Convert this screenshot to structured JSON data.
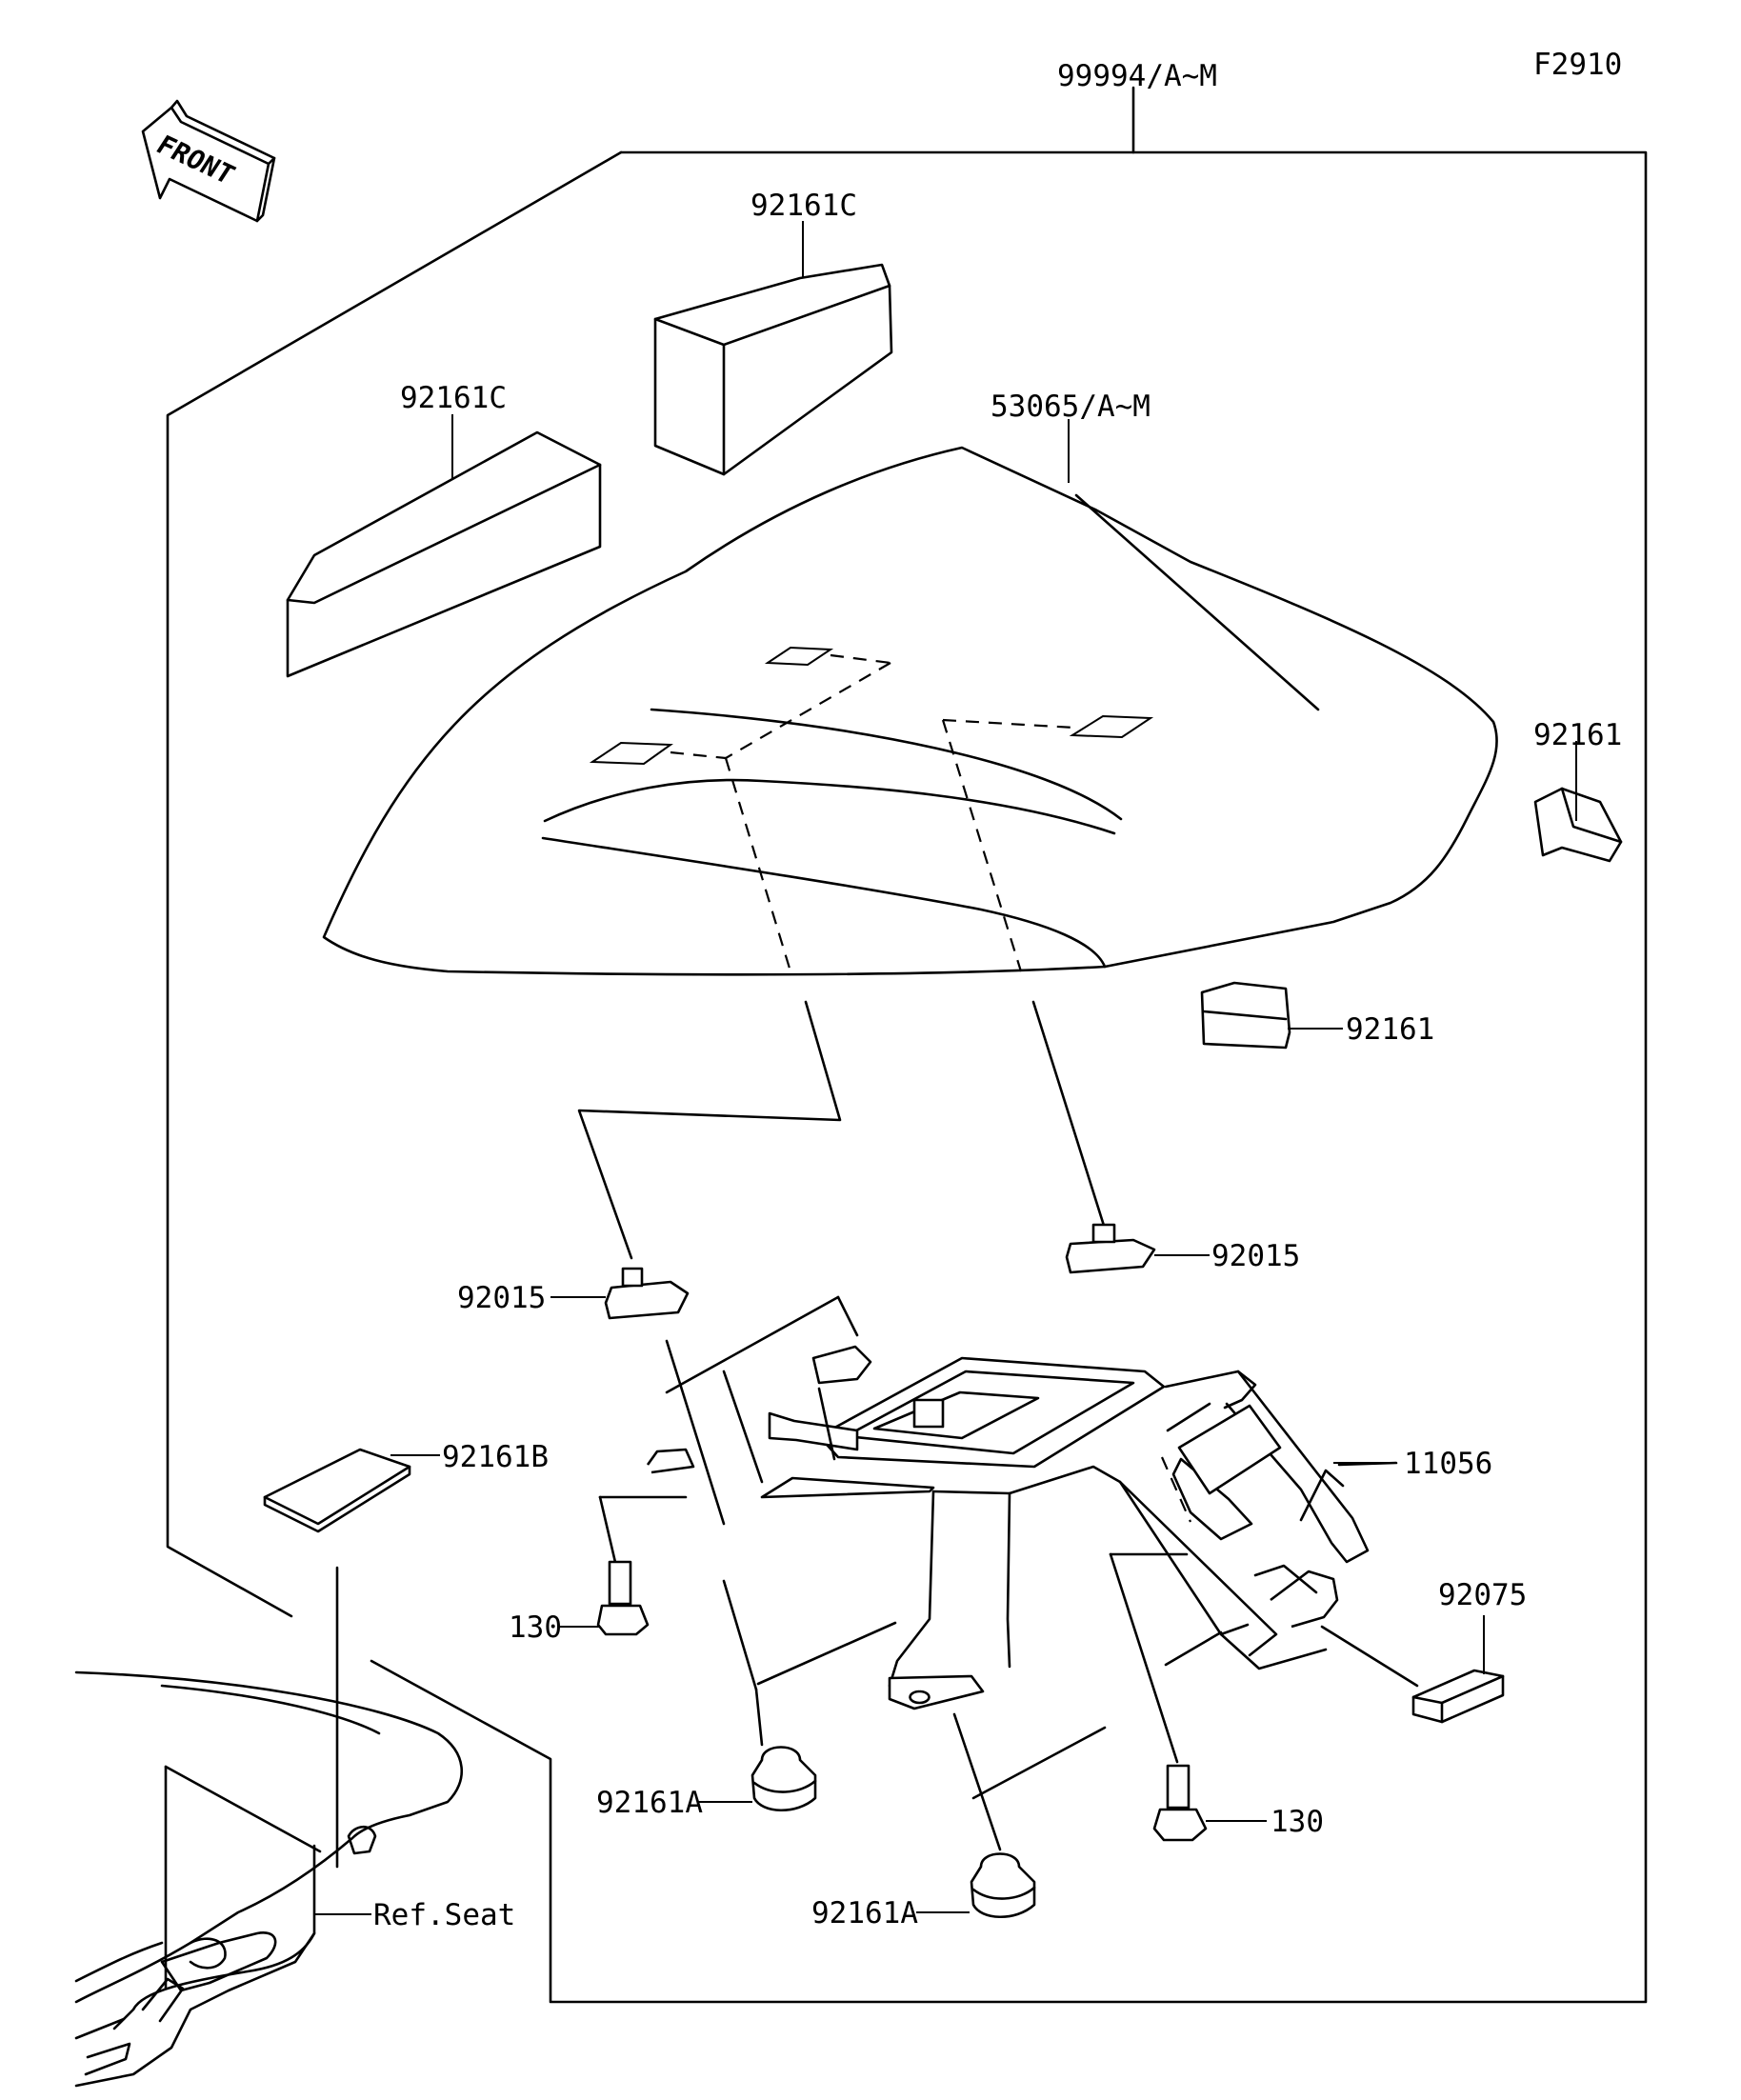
{
  "figure_code": "F2910",
  "front_arrow": {
    "label": "FRONT",
    "icon": "front-direction-arrow"
  },
  "callouts": {
    "kit": "99994/A~M",
    "seat_cover": "53065/A~M",
    "pad_c_upper": "92161C",
    "pad_c_left": "92161C",
    "cushion_right_upper": "92161",
    "cushion_right_lower": "92161",
    "nut_left": "92015",
    "nut_right": "92015",
    "bracket": "11056",
    "pad_b": "92161B",
    "bolt_left": "130",
    "bolt_right": "130",
    "damper_left": "92161A",
    "damper_lower": "92161A",
    "pad_92075": "92075",
    "ref_seat": "Ref.Seat"
  }
}
